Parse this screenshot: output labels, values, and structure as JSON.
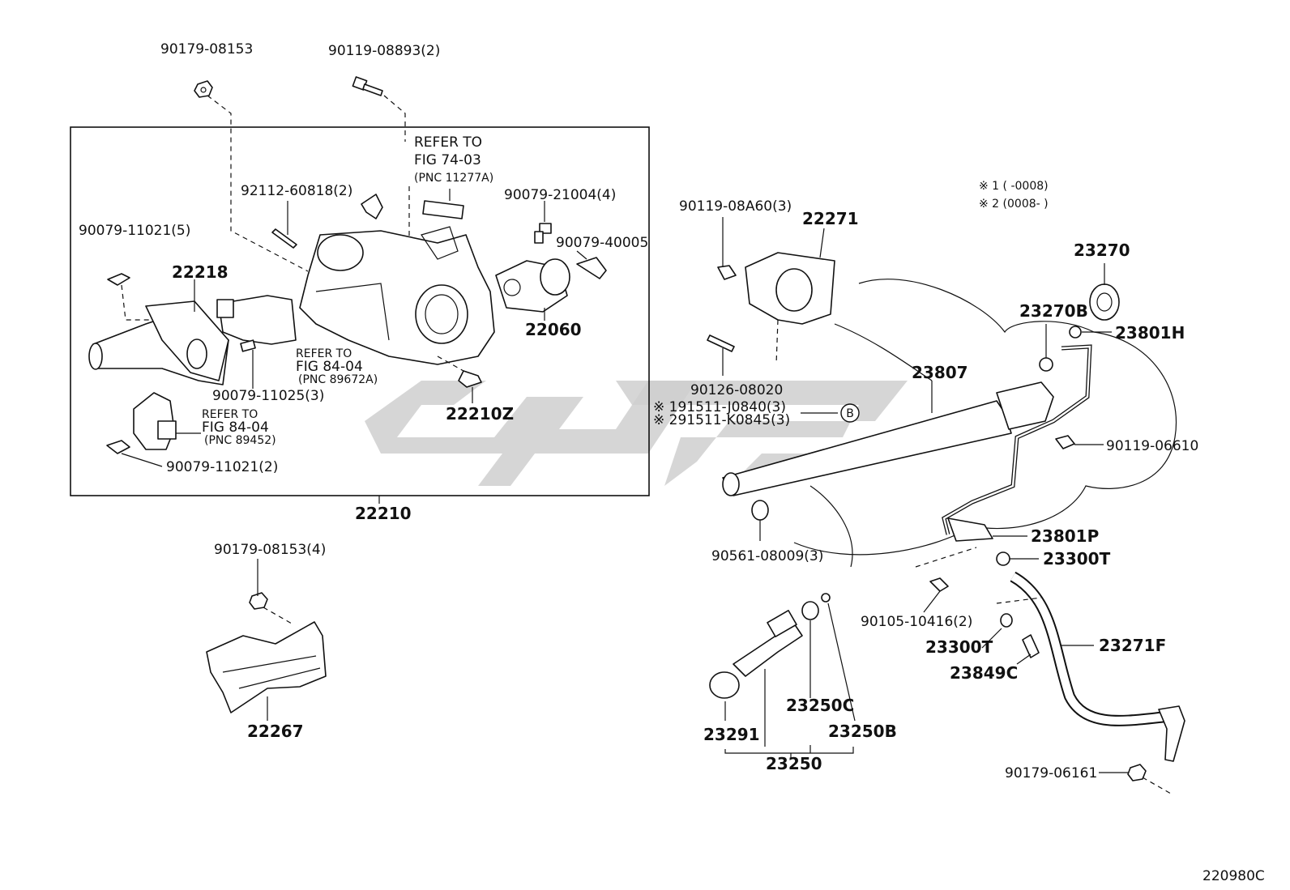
{
  "diagram_code": "220980C",
  "group_label": "22210",
  "notes": {
    "note1": "※ 1 (        -0008)",
    "note2": "※ 2 (0008-        )"
  },
  "refer_notes": {
    "refer1": [
      "REFER TO",
      "FIG 74-03",
      "(PNC 11277A)"
    ],
    "refer2": [
      "REFER TO",
      "FIG 84-04",
      "(PNC 89672A)"
    ],
    "refer3": [
      "REFER TO",
      "FIG 84-04",
      "(PNC 89452)"
    ]
  },
  "labels": {
    "p_90179_08153_top": "90179-08153",
    "p_90119_08893": "90119-08893(2)",
    "p_92112_60818": "92112-60818(2)",
    "p_90079_21004": "90079-21004(4)",
    "p_90079_40005": "90079-40005",
    "p_90079_11021_5": "90079-11021(5)",
    "p_22218": "22218",
    "p_22060": "22060",
    "p_90079_11025": "90079-11025(3)",
    "p_22210z": "22210Z",
    "p_90079_11021_2": "90079-11021(2)",
    "p_90179_08153_4": "90179-08153(4)",
    "p_22267": "22267",
    "p_90119_08a60": "90119-08A60(3)",
    "p_22271": "22271",
    "p_23270": "23270",
    "p_23270b": "23270B",
    "p_23801h": "23801H",
    "p_23807": "23807",
    "p_90126_08020": "90126-08020",
    "p_191511": "※ 191511-J0840(3)",
    "p_291511": "※ 291511-K0845(3)",
    "p_circle_b": "B",
    "p_90119_06610": "90119-06610",
    "p_90561_08009": "90561-08009(3)",
    "p_23801p": "23801P",
    "p_23300t_a": "23300T",
    "p_90105_10416": "90105-10416(2)",
    "p_23300t_b": "23300T",
    "p_23849c": "23849C",
    "p_23271f": "23271F",
    "p_23291": "23291",
    "p_23250c": "23250C",
    "p_23250b": "23250B",
    "p_23250": "23250",
    "p_90179_06161": "90179-06161"
  }
}
